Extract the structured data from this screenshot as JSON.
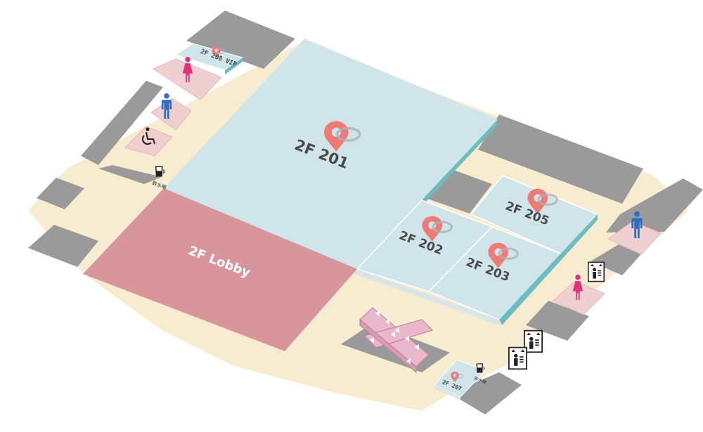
{
  "map": {
    "floor": "2F",
    "rooms": [
      {
        "id": "201",
        "label": "2F 201"
      },
      {
        "id": "202",
        "label": "2F 202"
      },
      {
        "id": "203",
        "label": "2F 203"
      },
      {
        "id": "205",
        "label": "2F 205"
      },
      {
        "id": "207",
        "label": "2F 207"
      },
      {
        "id": "208",
        "label": "2F 208 VIP"
      }
    ],
    "lobby": {
      "label": "2F Lobby"
    },
    "water_label": "飲水機",
    "colors": {
      "floor": "#f7ecd0",
      "wall": "#9a9a9a",
      "room": "#cfe5ea",
      "room_edge": "#6cbcc2",
      "lobby": "#d8959c",
      "restroom": "#f0cfd0",
      "pin": "#f07a76",
      "female": "#e2327e",
      "male": "#2f6ec2",
      "escalator": "#e9b8ca"
    },
    "icons": [
      "location-pin-icon",
      "female-restroom-icon",
      "male-restroom-icon",
      "accessible-restroom-icon",
      "water-fountain-icon",
      "elevator-icon",
      "escalator-icon"
    ]
  }
}
